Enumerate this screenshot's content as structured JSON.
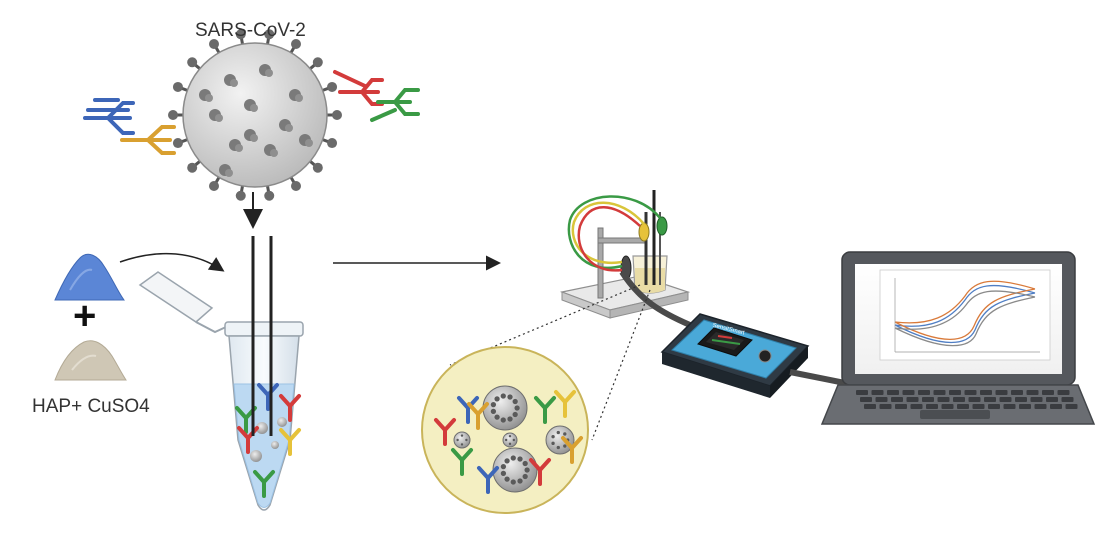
{
  "labels": {
    "virus": "SARS-CoV-2",
    "mixture": "HAP+ CuSO4",
    "plus": "+"
  },
  "device": {
    "brand": "SensitSmart"
  },
  "colors": {
    "antibody_blue": "#3d66b8",
    "antibody_orange": "#d9a030",
    "antibody_red": "#d33b3b",
    "antibody_green": "#3a9a45",
    "antibody_yellow": "#e6c23a",
    "powder_blue": "#5b86d6",
    "powder_beige": "#cfc7b5",
    "tube_liquid": "#bcd9f2",
    "zoom_circle": "#f4efc2",
    "laptop_body": "#55585d",
    "device_accent": "#4aa9d8",
    "virus_body": "#d5d5d5",
    "virus_spike": "#555555"
  },
  "icons": [
    "virus-icon",
    "antibody-icon",
    "powder-pile-icon",
    "microtube-icon",
    "electrode-icon",
    "electrochemical-cell-icon",
    "potentiostat-icon",
    "laptop-icon",
    "arrow-icon"
  ]
}
